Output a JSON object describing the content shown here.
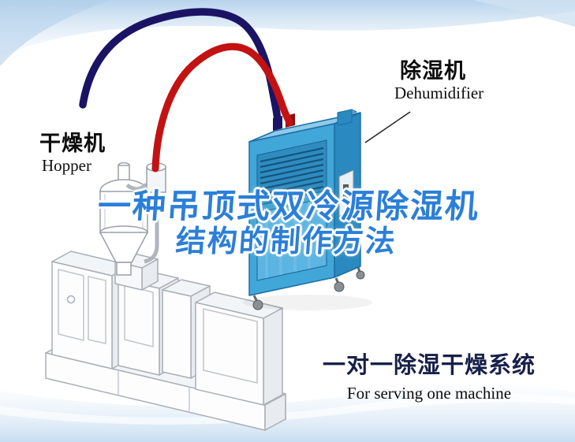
{
  "figure": {
    "title_line1": "一种吊顶式双冷源除湿机",
    "title_line2": "结构的制作方法"
  },
  "labels": {
    "dehumidifier": {
      "zh": "除湿机",
      "en": "Dehumidifier"
    },
    "hopper": {
      "zh": "干燥机",
      "en": "Hopper"
    }
  },
  "caption": {
    "zh": "一对一除湿干燥系统",
    "en": "For serving one machine"
  },
  "icons": {
    "dehumidifier_unit": "dehumidifier-machine-illustration",
    "hopper_unit": "hopper-dryer-illustration",
    "extruder_unit": "extruder-machine-illustration",
    "pipe_blue": "supply-air-pipe",
    "pipe_red": "return-air-pipe",
    "leader_line": "label-pointer-line"
  },
  "colors": {
    "title_blue": "#2b7fd8",
    "pipe_blue": "#1b1464",
    "pipe_red": "#c31212",
    "machine_blue": "#41a6d8",
    "caption_navy": "#18204a",
    "background_wash": "#bcd7ee"
  }
}
